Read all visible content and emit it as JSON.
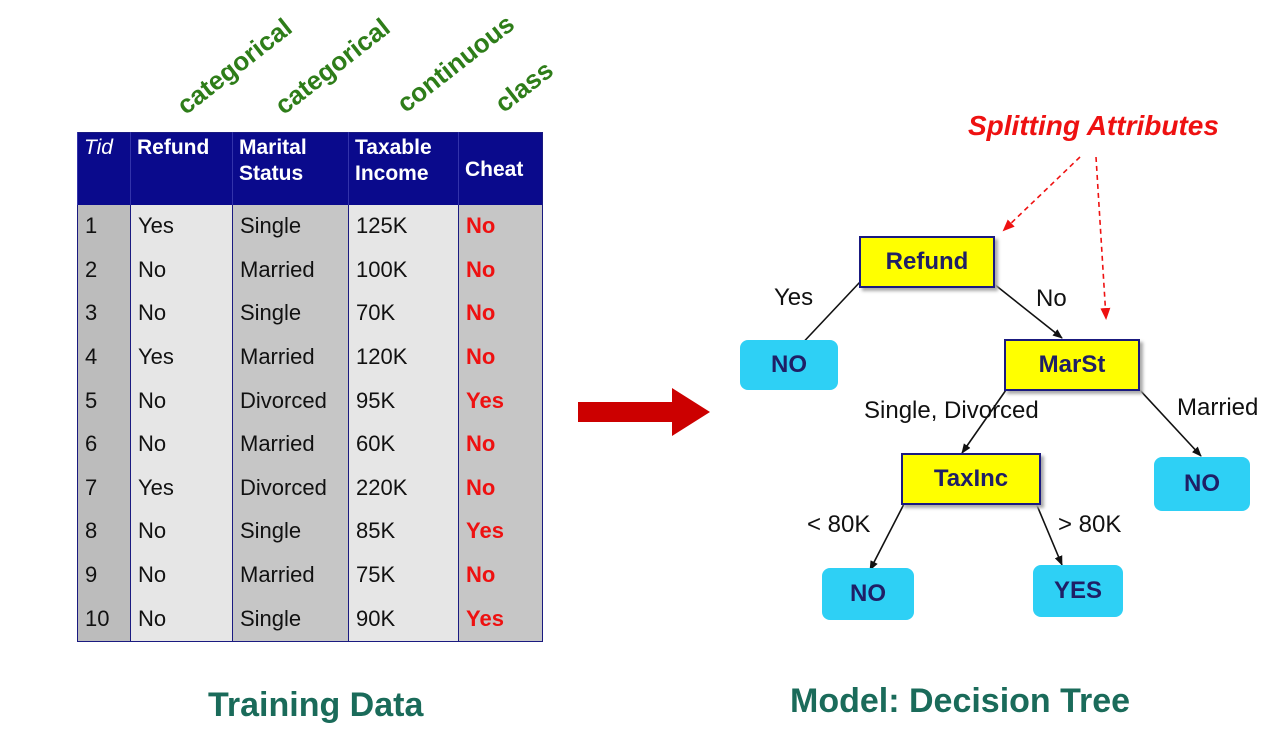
{
  "attribute_types": [
    "categorical",
    "categorical",
    "continuous",
    "class"
  ],
  "table": {
    "headers": [
      "Tid",
      "Refund",
      "Marital Status",
      "Taxable Income",
      "Cheat"
    ],
    "rows": [
      [
        "1",
        "Yes",
        "Single",
        "125K",
        "No"
      ],
      [
        "2",
        "No",
        "Married",
        "100K",
        "No"
      ],
      [
        "3",
        "No",
        "Single",
        "70K",
        "No"
      ],
      [
        "4",
        "Yes",
        "Married",
        "120K",
        "No"
      ],
      [
        "5",
        "No",
        "Divorced",
        "95K",
        "Yes"
      ],
      [
        "6",
        "No",
        "Married",
        "60K",
        "No"
      ],
      [
        "7",
        "Yes",
        "Divorced",
        "220K",
        "No"
      ],
      [
        "8",
        "No",
        "Single",
        "85K",
        "Yes"
      ],
      [
        "9",
        "No",
        "Married",
        "75K",
        "No"
      ],
      [
        "10",
        "No",
        "Single",
        "90K",
        "Yes"
      ]
    ]
  },
  "captions": {
    "left": "Training Data",
    "right": "Model:  Decision Tree"
  },
  "tree": {
    "splitting_label": "Splitting Attributes",
    "nodes": {
      "refund": "Refund",
      "marst": "MarSt",
      "taxinc": "TaxInc",
      "leaf_refund_yes": "NO",
      "leaf_married": "NO",
      "leaf_under80": "NO",
      "leaf_over80": "YES"
    },
    "edges": {
      "refund_yes": "Yes",
      "refund_no": "No",
      "single_divorced": "Single, Divorced",
      "married": "Married",
      "under80": "< 80K",
      "over80": "> 80K"
    }
  },
  "colors": {
    "header_bg": "#0a0a8c",
    "class_text": "#ee1111",
    "type_label": "#2e7d19",
    "attr_node": "#ffff00",
    "leaf_node": "#2ed0f5",
    "arrow": "#cc0000",
    "caption": "#1a6b5a"
  }
}
